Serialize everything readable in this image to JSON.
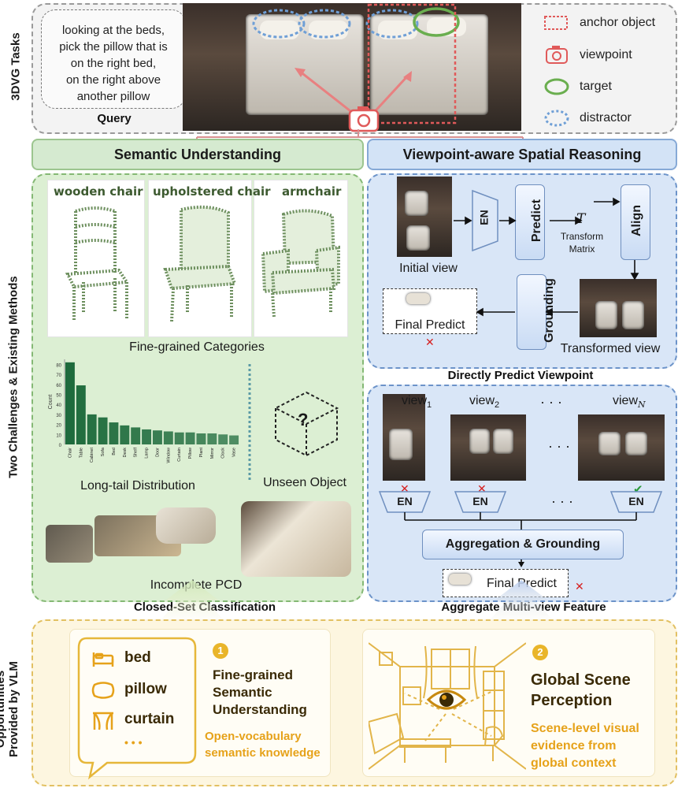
{
  "side_labels": {
    "tasks": "3DVG Tasks",
    "challenges": "Two Challenges & Existing Methods",
    "opportunities_line1": "Opportunities",
    "opportunities_line2": "Provided by VLM"
  },
  "query": {
    "lines": [
      "looking at the beds,",
      "pick the pillow that is",
      "on the right bed,",
      "on the right above",
      "another pillow"
    ],
    "label": "Query"
  },
  "legend": [
    {
      "icon": "anchor-box-icon",
      "label": "anchor object"
    },
    {
      "icon": "camera-icon",
      "label": "viewpoint"
    },
    {
      "icon": "target-ellipse-icon",
      "label": "target"
    },
    {
      "icon": "distractor-ellipse-icon",
      "label": "distractor"
    }
  ],
  "headers": {
    "semantic": "Semantic Understanding",
    "spatial": "Viewpoint-aware Spatial Reasoning"
  },
  "chairs": [
    {
      "label": "wooden chair"
    },
    {
      "label": "upholstered chair"
    },
    {
      "label": "armchair"
    }
  ],
  "captions": {
    "fine_grained": "Fine-grained Categories",
    "long_tail": "Long-tail Distribution",
    "unseen": "Unseen Object",
    "unseen_mark": "?",
    "incomplete": "Incomplete PCD",
    "closed_set": "Closed-Set Classification"
  },
  "chart_data": {
    "type": "bar",
    "ylabel": "Count",
    "xlabel": "",
    "ylim": [
      0,
      85
    ],
    "yticks": [
      0,
      10,
      20,
      30,
      40,
      50,
      60,
      70,
      80
    ],
    "categories": [
      "Chair",
      "Table",
      "Cabinet",
      "Sofa",
      "Bed",
      "Desk",
      "Shelf",
      "Lamp",
      "Door",
      "Window",
      "Curtain",
      "Pillow",
      "Plant",
      "Mirror",
      "Clock",
      "Vase"
    ],
    "values": [
      82,
      59,
      30,
      27,
      22,
      19,
      17,
      15,
      14,
      13,
      12,
      12,
      11,
      11,
      10,
      9
    ],
    "bar_color": "#1e6b3c"
  },
  "direct": {
    "en": "EN",
    "predict": "Predict",
    "t_symbol": "T",
    "transform_line1": "Transform",
    "transform_line2": "Matrix",
    "align": "Align",
    "initial_view": "Initial view",
    "grounding": "Grounding",
    "transformed_view": "Transformed view",
    "final_predict": "Final Predict",
    "x": "✕",
    "caption": "Directly Predict Viewpoint"
  },
  "multiview": {
    "views": [
      {
        "base": "view",
        "sub": "1",
        "mark": "✕"
      },
      {
        "base": "view",
        "sub": "2",
        "mark": "✕"
      },
      {
        "base": "view",
        "sub": "N",
        "mark": "✔"
      }
    ],
    "dots": "· · ·",
    "en": "EN",
    "aggregation": "Aggregation & Grounding",
    "final_predict": "Final Predict",
    "x": "✕",
    "caption": "Aggregate Multi-view Feature"
  },
  "opportunities": {
    "items": [
      {
        "icon": "bed-icon",
        "label": "bed"
      },
      {
        "icon": "pillow-icon",
        "label": "pillow"
      },
      {
        "icon": "curtain-icon",
        "label": "curtain"
      }
    ],
    "more": "• • •",
    "card1": {
      "num": "1",
      "title_lines": [
        "Fine-grained",
        "Semantic",
        "Understanding"
      ],
      "sub_lines": [
        "Open-vocabulary",
        "semantic knowledge"
      ]
    },
    "card2": {
      "num": "2",
      "title_lines": [
        "Global Scene",
        "Perception"
      ],
      "sub_lines": [
        "Scene-level visual",
        "evidence from",
        "global context"
      ]
    }
  },
  "colors": {
    "green_panel": "#dcefd3",
    "blue_panel": "#d9e6f7",
    "yellow_panel": "#fdf6e0",
    "anchor_red": "#e05a5a",
    "target_green": "#6aae4f",
    "distractor_blue": "#6f9fd6"
  }
}
